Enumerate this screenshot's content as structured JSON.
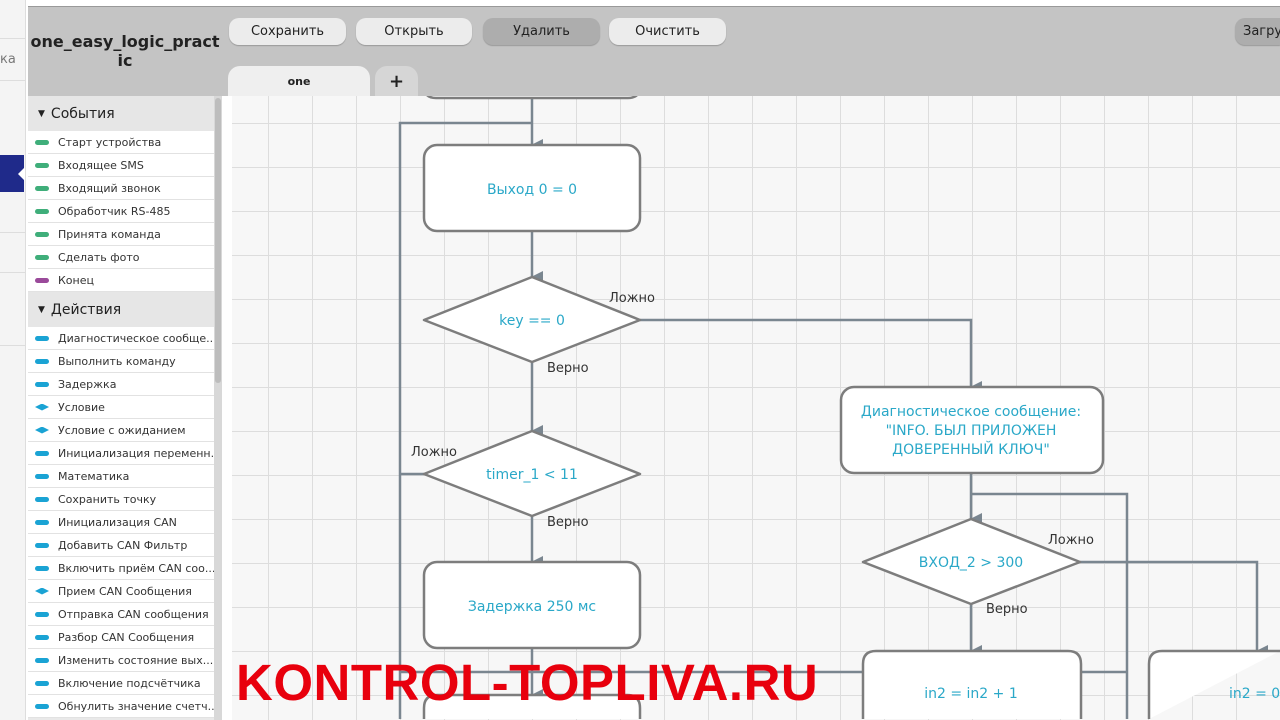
{
  "left_strip": {
    "fragment": "ка"
  },
  "header": {
    "title": "one_easy_logic_practic"
  },
  "toolbar": {
    "save": "Сохранить",
    "open": "Открыть",
    "delete": "Удалить",
    "clear": "Очистить",
    "load": "Загру"
  },
  "tabs": [
    {
      "label": "one"
    },
    {
      "label": "+"
    }
  ],
  "sidebar": {
    "events_title": "События",
    "events": [
      "Старт устройства",
      "Входящее SMS",
      "Входящий звонок",
      "Обработчик RS-485",
      "Принята команда",
      "Сделать фото",
      "Конец"
    ],
    "actions_title": "Действия",
    "actions": [
      "Диагностическое сообще...",
      "Выполнить команду",
      "Задержка",
      "Условие",
      "Условие с ожиданием",
      "Инициализация переменн...",
      "Математика",
      "Сохранить точку",
      "Инициализация CAN",
      "Добавить CAN Фильтр",
      "Включить приём CAN соо...",
      "Прием CAN Сообщения",
      "Отправка CAN сообщения",
      "Разбор CAN Сообщения",
      "Изменить состояние вых...",
      "Включение подсчётчика",
      "Обнулить значение счетч..."
    ]
  },
  "colors": {
    "event": "#3fae7a",
    "end": "#9a4a9a",
    "action": "#1aa3d4",
    "node_text": "#2aa8c8"
  },
  "flow": {
    "out0": "Выход 0 = 0",
    "key": "key == 0",
    "timer": "timer_1 < 11",
    "delay": "Задержка 250 мс",
    "diag_lines": [
      "Диагностическое сообщение:",
      "\"INFO. БЫЛ ПРИЛОЖЕН",
      "ДОВЕРЕННЫЙ КЛЮЧ\""
    ],
    "vhod": "ВХОД_2 > 300",
    "inc": "in2 = in2 + 1",
    "reset": "in2 = 0",
    "false_label": "Ложно",
    "true_label": "Верно"
  },
  "watermark": "KONTROL-TOPLIVA.RU"
}
